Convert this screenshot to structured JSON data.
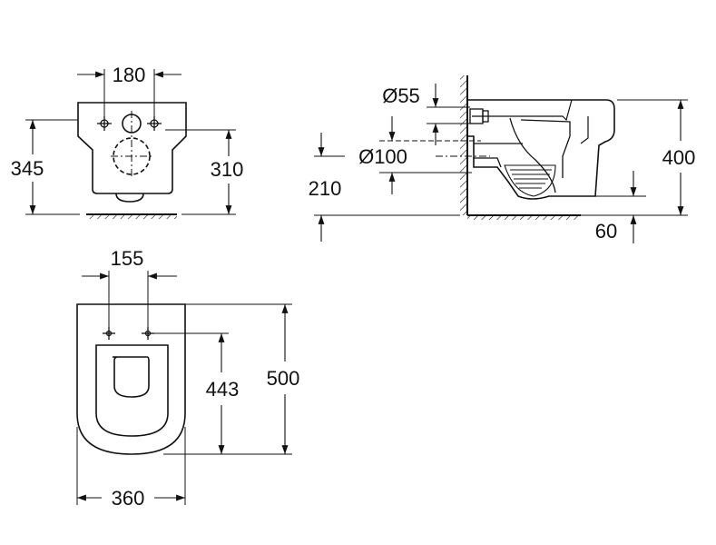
{
  "dimensions": {
    "front_hole_spacing": "180",
    "front_total_height": "345",
    "front_mount_height": "310",
    "side_inlet_diameter": "Ø55",
    "side_outlet_diameter": "Ø100",
    "side_outlet_height": "210",
    "side_bowl_height": "400",
    "side_seat_offset": "60",
    "top_hole_spacing": "155",
    "top_hole_to_front": "443",
    "top_total_length": "500",
    "top_total_width": "360"
  },
  "colors": {
    "ink": "#111111",
    "paper": "#ffffff"
  }
}
